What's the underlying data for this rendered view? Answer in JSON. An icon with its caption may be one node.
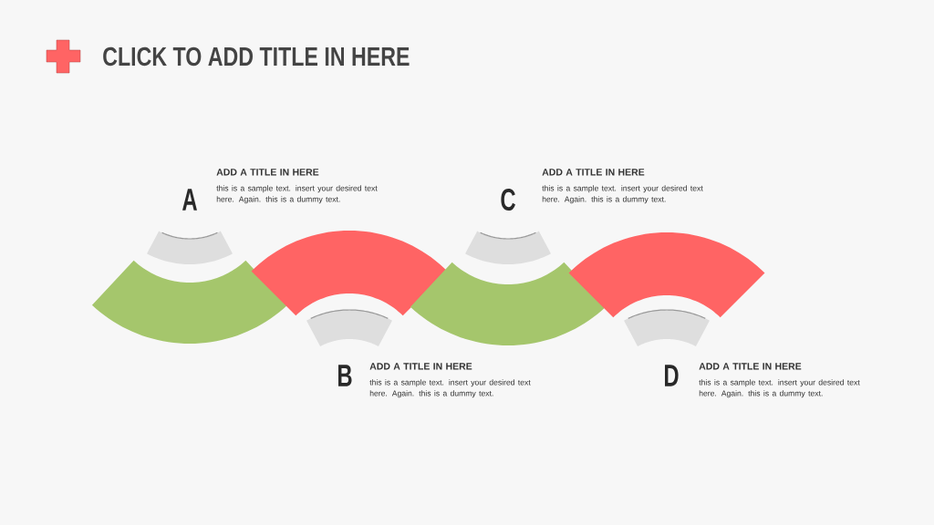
{
  "diagram": {
    "title": "CLICK TO ADD TITLE IN HERE",
    "nodes": [
      {
        "text": [
          "A",
          "ADD A TITLE IN HERE",
          "this is a sample text. insert your desired text here. Again. this is a dummy text."
        ]
      },
      {
        "text": [
          "B",
          "ADD A TITLE IN HERE",
          "this is a sample text. insert your desired text here. Again. this is a dummy text."
        ]
      },
      {
        "text": [
          "C",
          "ADD A TITLE IN HERE",
          "this is a sample text. insert your desired text here. Again. this is a dummy text."
        ]
      },
      {
        "text": [
          "D",
          "ADD A TITLE IN HERE",
          "this is a sample text. insert your desired text here. Again. this is a dummy text."
        ]
      },
      {
        "text": [],
        "shape": "band"
      },
      {
        "text": [],
        "shape": "band"
      },
      {
        "text": [],
        "shape": "band"
      },
      {
        "text": [],
        "shape": "band"
      }
    ]
  }
}
